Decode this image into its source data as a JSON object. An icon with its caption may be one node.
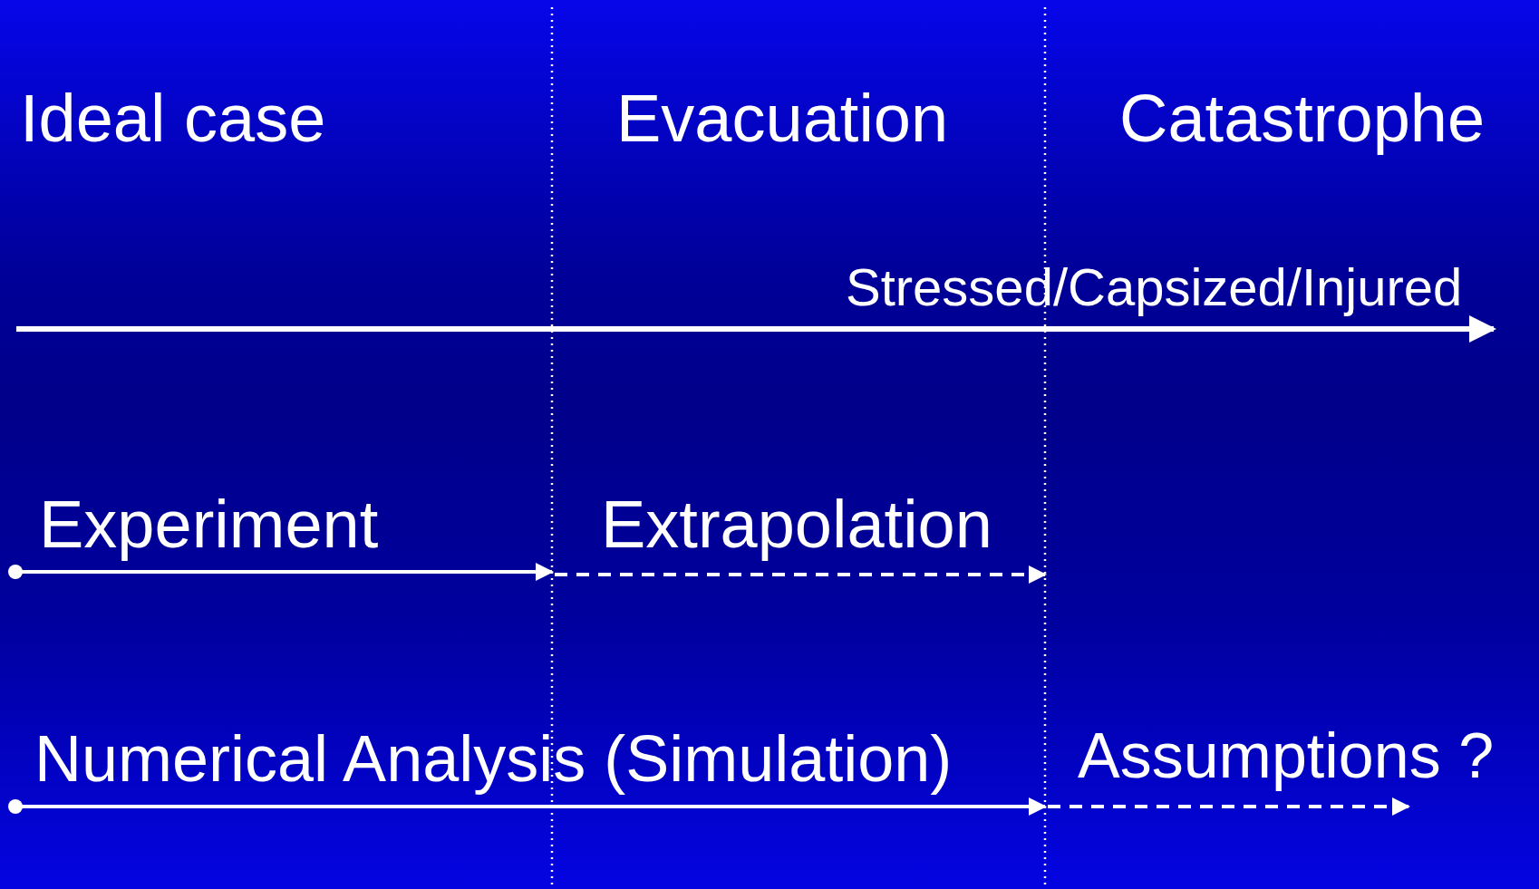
{
  "diagram": {
    "labels": [
      "Ideal case",
      "Evacuation",
      "Catastrophe",
      "Stressed/Capsized/Injured",
      "Experiment",
      "Extrapolation",
      "Numerical Analysis (Simulation)",
      "Assumptions ?"
    ]
  }
}
